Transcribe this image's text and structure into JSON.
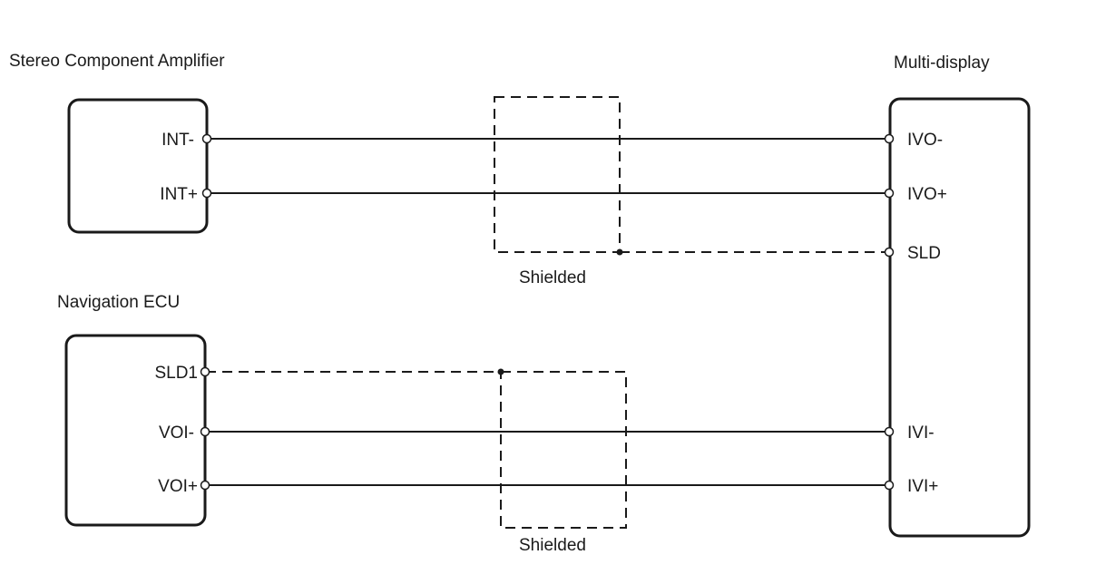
{
  "components": {
    "amplifier": {
      "title": "Stereo Component Amplifier",
      "pins": {
        "int_minus": "INT-",
        "int_plus": "INT+"
      }
    },
    "navigation": {
      "title": "Navigation ECU",
      "pins": {
        "sld1": "SLD1",
        "voi_minus": "VOI-",
        "voi_plus": "VOI+"
      }
    },
    "display": {
      "title": "Multi-display",
      "pins": {
        "ivo_minus": "IVO-",
        "ivo_plus": "IVO+",
        "sld": "SLD",
        "ivi_minus": "IVI-",
        "ivi_plus": "IVI+"
      }
    }
  },
  "shields": {
    "upper_label": "Shielded",
    "lower_label": "Shielded"
  },
  "connections": [
    {
      "from": "INT-",
      "to": "IVO-",
      "type": "wire"
    },
    {
      "from": "INT+",
      "to": "IVO+",
      "type": "wire"
    },
    {
      "from": "Shielded",
      "to": "SLD",
      "type": "shield-drain"
    },
    {
      "from": "SLD1",
      "to": "Shielded",
      "type": "shield-drain"
    },
    {
      "from": "VOI-",
      "to": "IVI-",
      "type": "wire"
    },
    {
      "from": "VOI+",
      "to": "IVI+",
      "type": "wire"
    }
  ]
}
